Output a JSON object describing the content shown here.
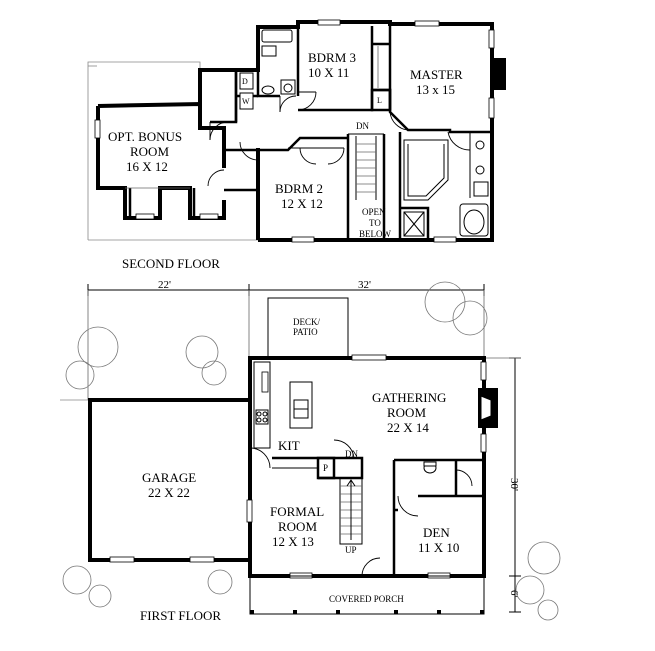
{
  "second_floor": {
    "label": "SECOND FLOOR",
    "rooms": {
      "bdrm3": {
        "name": "BDRM 3",
        "size": "10 X 11"
      },
      "master": {
        "name": "MASTER",
        "size": "13 x 15"
      },
      "bonus_line1": "OPT. BONUS",
      "bonus_line2": "ROOM",
      "bonus_size": "16 X 12",
      "bdrm2": {
        "name": "BDRM 2",
        "size": "12 X 12"
      },
      "open_line1": "OPEN",
      "open_line2": "TO",
      "open_line3": "BELOW"
    },
    "fixtures": {
      "dryer": "D",
      "washer": "W",
      "linen": "L",
      "stair_dn": "DN"
    }
  },
  "first_floor": {
    "label": "FIRST FLOOR",
    "rooms": {
      "deck_line1": "DECK/",
      "deck_line2": "PATIO",
      "gathering_line1": "GATHERING",
      "gathering_line2": "ROOM",
      "gathering_size": "22 X 14",
      "kit": "KIT",
      "garage": {
        "name": "GARAGE",
        "size": "22 X 22"
      },
      "formal_line1": "FORMAL",
      "formal_line2": "ROOM",
      "formal_size": "12 X 13",
      "den": {
        "name": "DEN",
        "size": "11 X 10"
      },
      "porch": "COVERED PORCH"
    },
    "fixtures": {
      "pantry": "P",
      "stair_dn": "DN",
      "stair_up": "UP"
    }
  },
  "dimensions": {
    "garage_width": "22'",
    "house_width": "32'",
    "house_depth": "30'",
    "porch_depth": "6'"
  }
}
